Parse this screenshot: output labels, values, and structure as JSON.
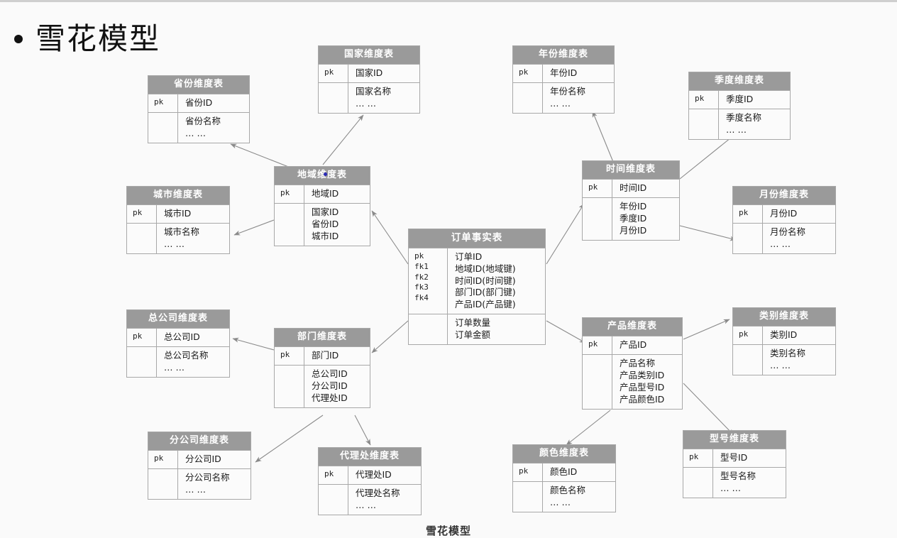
{
  "slide": {
    "title": "雪花模型",
    "caption": "雪花模型"
  },
  "entities": {
    "country": {
      "name": "国家维度表",
      "key_label": "pk",
      "pk": "国家ID",
      "attrs": "国家名称\n…  …"
    },
    "province": {
      "name": "省份维度表",
      "key_label": "pk",
      "pk": "省份ID",
      "attrs": "省份名称\n…  …"
    },
    "city": {
      "name": "城市维度表",
      "key_label": "pk",
      "pk": "城市ID",
      "attrs": "城市名称\n…  …"
    },
    "region": {
      "name": "地域维度表",
      "key_label": "pk",
      "pk": "地域ID",
      "attrs": "国家ID\n省份ID\n城市ID"
    },
    "year": {
      "name": "年份维度表",
      "key_label": "pk",
      "pk": "年份ID",
      "attrs": "年份名称\n…  …"
    },
    "quarter": {
      "name": "季度维度表",
      "key_label": "pk",
      "pk": "季度ID",
      "attrs": "季度名称\n…  …"
    },
    "month": {
      "name": "月份维度表",
      "key_label": "pk",
      "pk": "月份ID",
      "attrs": "月份名称\n…  …"
    },
    "time": {
      "name": "时间维度表",
      "key_label": "pk",
      "pk": "时间ID",
      "attrs": "年份ID\n季度ID\n月份ID"
    },
    "fact": {
      "name": "订单事实表",
      "keys": "pk\nfk1\nfk2\nfk3\nfk4",
      "key_attrs": "订单ID\n地域ID(地域键)\n时间ID(时间键)\n部门ID(部门键)\n产品ID(产品键)",
      "measures": "订单数量\n订单金额"
    },
    "headquarters": {
      "name": "总公司维度表",
      "key_label": "pk",
      "pk": "总公司ID",
      "attrs": "总公司名称\n…  …"
    },
    "branch": {
      "name": "分公司维度表",
      "key_label": "pk",
      "pk": "分公司ID",
      "attrs": "分公司名称\n…  …"
    },
    "agency": {
      "name": "代理处维度表",
      "key_label": "pk",
      "pk": "代理处ID",
      "attrs": "代理处名称\n…  …"
    },
    "department": {
      "name": "部门维度表",
      "key_label": "pk",
      "pk": "部门ID",
      "attrs": "总公司ID\n分公司ID\n代理处ID"
    },
    "product": {
      "name": "产品维度表",
      "key_label": "pk",
      "pk": "产品ID",
      "attrs": "产品名称\n产品类别ID\n产品型号ID\n产品颜色ID"
    },
    "category": {
      "name": "类别维度表",
      "key_label": "pk",
      "pk": "类别ID",
      "attrs": "类别名称\n…  …"
    },
    "model": {
      "name": "型号维度表",
      "key_label": "pk",
      "pk": "型号ID",
      "attrs": "型号名称\n…  …"
    },
    "color": {
      "name": "颜色维度表",
      "key_label": "pk",
      "pk": "颜色ID",
      "attrs": "颜色名称\n…  …"
    }
  },
  "colors": {
    "header_fill": "#9a9a9a",
    "border": "#a8a8a8",
    "body_fill": "#fbfbfb",
    "link": "#8a8a8a",
    "background": "#fafafa",
    "cursor": "#2b2bb5"
  }
}
